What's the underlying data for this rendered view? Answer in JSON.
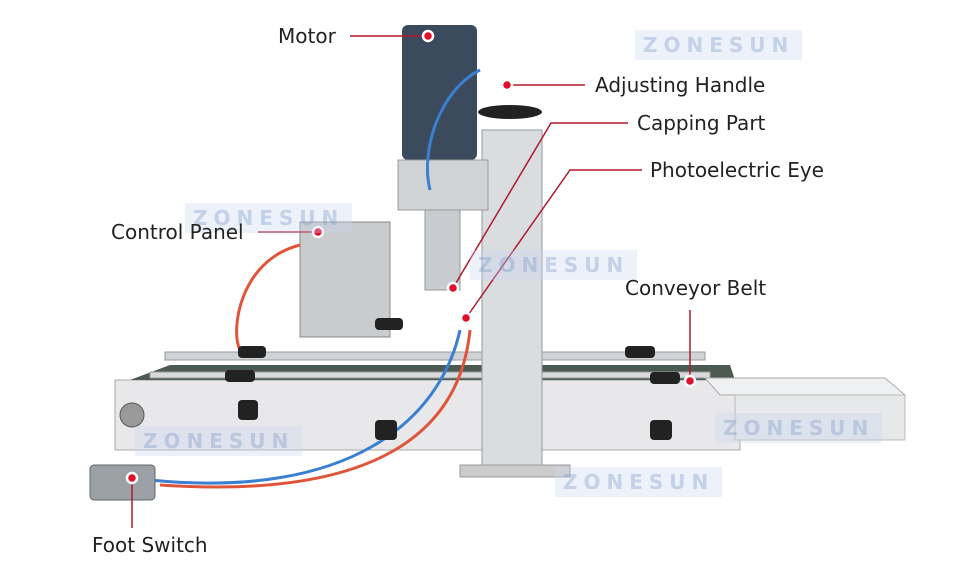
{
  "labels": {
    "motor": "Motor",
    "adjusting_handle": "Adjusting Handle",
    "capping_part": "Capping Part",
    "photoelectric_eye": "Photoelectric Eye",
    "control_panel": "Control Panel",
    "conveyor_belt": "Conveyor Belt",
    "foot_switch": "Foot Switch"
  },
  "watermark": "ZONESUN",
  "colors": {
    "leader_line": "#b01a2a",
    "dot": "#e0102a",
    "motor": "#3b4a5c",
    "hose_red": "#e0553a",
    "hose_blue": "#3a7fd0",
    "belt": "#4a5a50"
  }
}
